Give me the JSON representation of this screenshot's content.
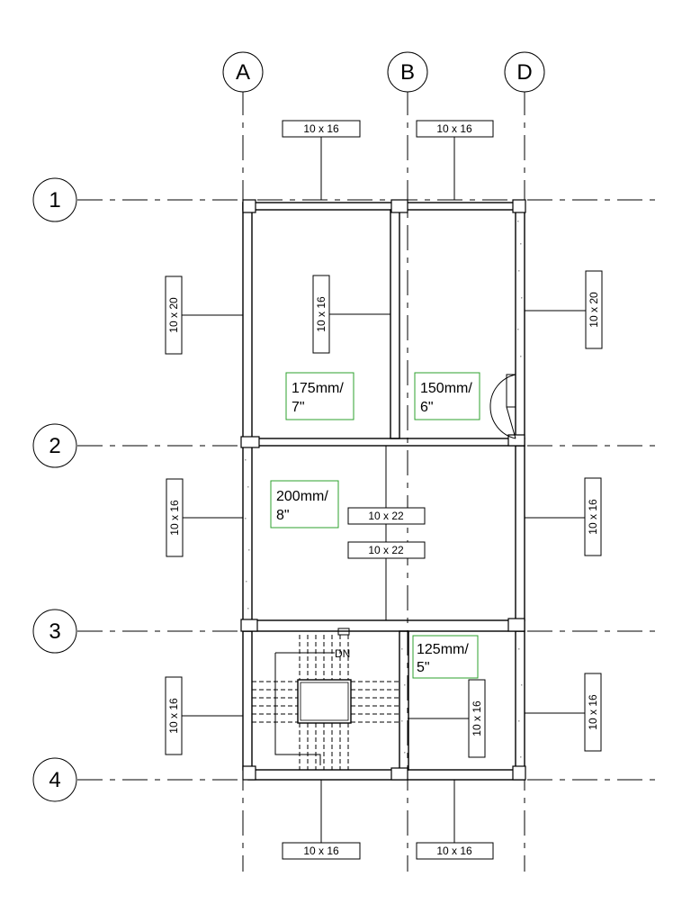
{
  "grids": {
    "columns": [
      "A",
      "B",
      "D"
    ],
    "rows": [
      "1",
      "2",
      "3",
      "4"
    ]
  },
  "beam_tags": {
    "top_ab": "10 x 16",
    "top_bd": "10 x 16",
    "left_12": "10 x 20",
    "mid_12": "10 x 16",
    "right_12": "10 x 20",
    "left_23": "10 x 16",
    "center_upper_23": "10 x 22",
    "center_lower_23": "10 x 22",
    "right_23": "10 x 16",
    "left_34": "10 x 16",
    "mid_34": "10 x 16",
    "right_34": "10 x 16",
    "bottom_ab": "10 x 16",
    "bottom_bd": "10 x 16"
  },
  "slabs": {
    "s1": {
      "line1": "175mm/",
      "line2": "7\""
    },
    "s2": {
      "line1": "150mm/",
      "line2": "6\""
    },
    "s3": {
      "line1": "200mm/",
      "line2": "8\""
    },
    "s4": {
      "line1": "125mm/",
      "line2": "5\""
    }
  },
  "stair": {
    "label": "DN"
  },
  "colors": {
    "line": "#000000",
    "slab_tag_border": "#2ca02c",
    "hatch": "#bdbdbd"
  }
}
